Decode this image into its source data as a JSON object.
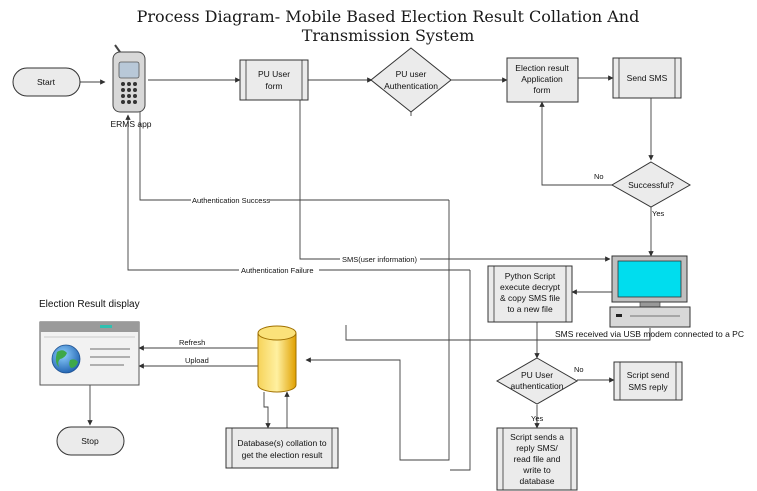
{
  "diagram": {
    "title_line1": "Process Diagram- Mobile Based Election Result Collation And",
    "title_line2": "Transmission System"
  },
  "nodes": {
    "start": "Start",
    "ermsApp": "ERMS app",
    "puUserForm": [
      "PU User",
      "form"
    ],
    "puUserAuth": [
      "PU user",
      "Authentication"
    ],
    "electionResultForm": [
      "Election result",
      "Application",
      "form"
    ],
    "sendSms": "Send SMS",
    "successful": "Successful?",
    "pythonScript": [
      "Python Script",
      "execute decrypt",
      "& copy SMS file",
      "to a new file"
    ],
    "smsReceived": "SMS received via USB modem connected to a PC",
    "puUserAuth2": [
      "PU User",
      "authentication"
    ],
    "scriptSendSmsReply": [
      "Script send",
      "SMS reply"
    ],
    "scriptSendsReply": [
      "Script sends a",
      "reply SMS/",
      "read file and",
      "write to",
      "database"
    ],
    "dbCollation": [
      "Database(s) collation to",
      "get the election result"
    ],
    "electionResultDisplay": "Election Result display",
    "stop": "Stop"
  },
  "edge_labels": {
    "authSuccess": "Authentication Success",
    "smsUserInfo": "SMS(user information)",
    "authFailure": "Authentication Failure",
    "no1": "No",
    "yes1": "Yes",
    "no2": "No",
    "yes2": "Yes",
    "refresh": "Refresh",
    "upload": "Upload"
  },
  "colors": {
    "box_fill": "#ebebeb",
    "line": "#404040",
    "monitor_screen": "#00ddee",
    "database": "#f0b000",
    "globe": "#2f7fd0"
  }
}
